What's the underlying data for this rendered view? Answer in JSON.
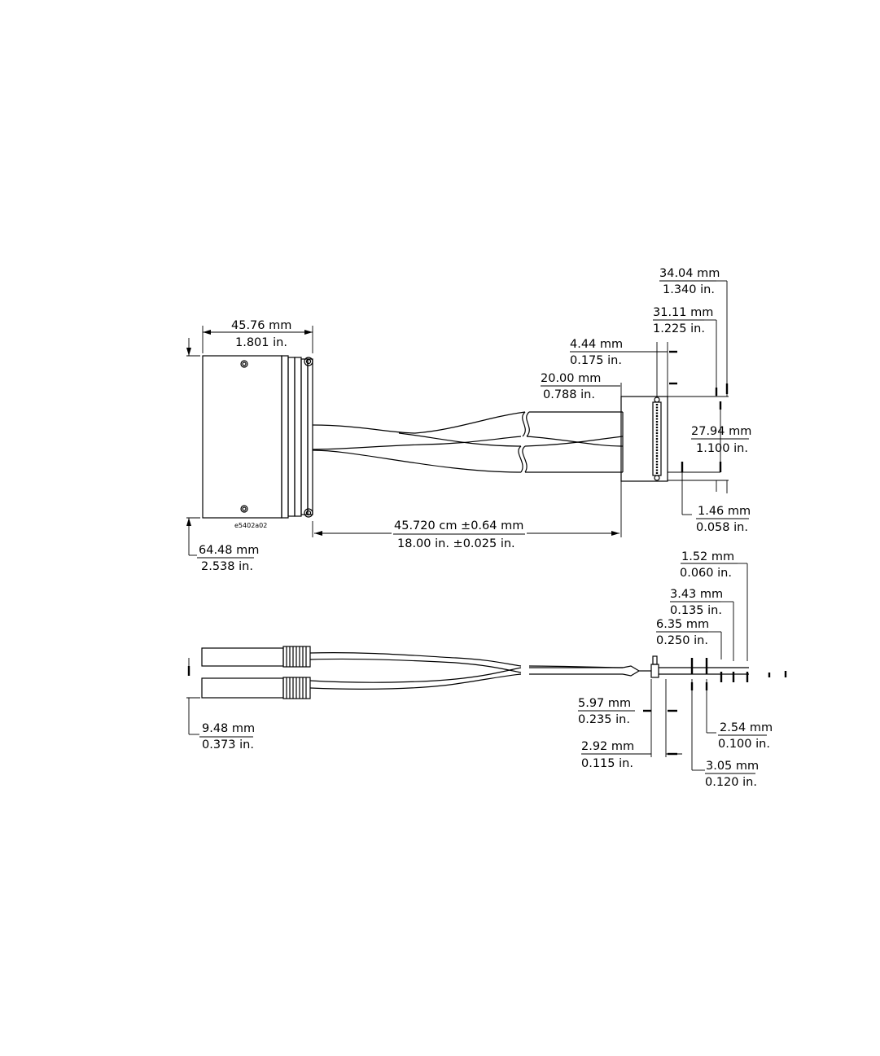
{
  "drawing_id": "e5402a02",
  "dimensions": {
    "body_width": {
      "mm": "45.76  mm",
      "inch": "1.801  in."
    },
    "body_height": {
      "mm": "64.48  mm",
      "inch": "2.538  in."
    },
    "cable_length": {
      "mm": "45.720  cm   ±0.64  mm",
      "inch": "18.00  in.   ±0.025  in."
    },
    "conn_a": {
      "mm": "34.04  mm",
      "inch": "1.340  in."
    },
    "conn_b": {
      "mm": "31.11  mm",
      "inch": "1.225  in."
    },
    "conn_c": {
      "mm": "4.44  mm",
      "inch": "0.175  in."
    },
    "conn_d": {
      "mm": "20.00  mm",
      "inch": "0.788  in."
    },
    "conn_e": {
      "mm": "27.94  mm",
      "inch": "1.100  in."
    },
    "conn_f": {
      "mm": "1.46  mm",
      "inch": "0.058  in."
    },
    "side_a": {
      "mm": "1.52  mm",
      "inch": "0.060  in."
    },
    "side_b": {
      "mm": "3.43  mm",
      "inch": "0.135  in."
    },
    "side_c": {
      "mm": "6.35  mm",
      "inch": "0.250  in."
    },
    "side_d": {
      "mm": "5.97  mm",
      "inch": "0.235  in."
    },
    "side_e": {
      "mm": "2.92  mm",
      "inch": "0.115  in."
    },
    "side_f": {
      "mm": "2.54  mm",
      "inch": "0.100  in."
    },
    "side_g": {
      "mm": "3.05  mm",
      "inch": "0.120  in."
    },
    "side_h": {
      "mm": "9.48  mm",
      "inch": "0.373  in."
    }
  }
}
